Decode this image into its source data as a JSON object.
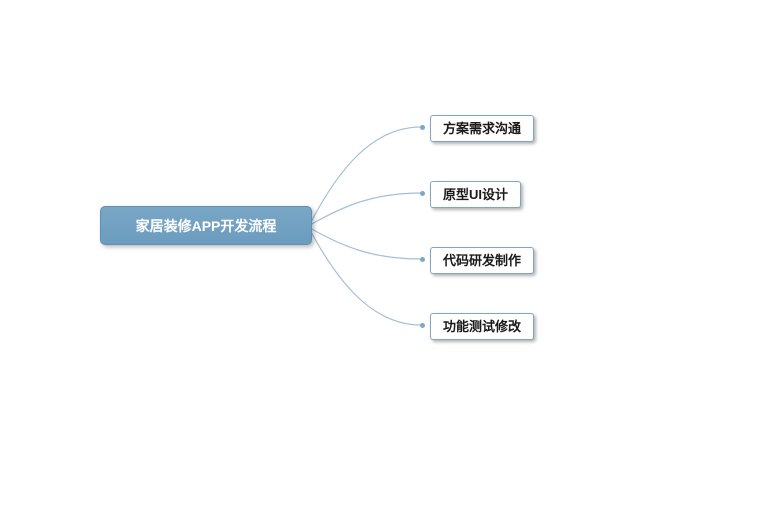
{
  "diagram": {
    "type": "mindmap",
    "root": {
      "label": "家居装修APP开发流程"
    },
    "children": [
      {
        "label": "方案需求沟通"
      },
      {
        "label": "原型UI设计"
      },
      {
        "label": "代码研发制作"
      },
      {
        "label": "功能测试修改"
      }
    ]
  },
  "colors": {
    "root_bg": "#6b9cbe",
    "root_text": "#ffffff",
    "node_bg": "#ffffff",
    "node_border": "#7ea7c6",
    "node_text": "#1a1a1a",
    "connector": "#a3c0d6",
    "dot": "#7ea7c6",
    "canvas_bg": "#ffffff"
  }
}
